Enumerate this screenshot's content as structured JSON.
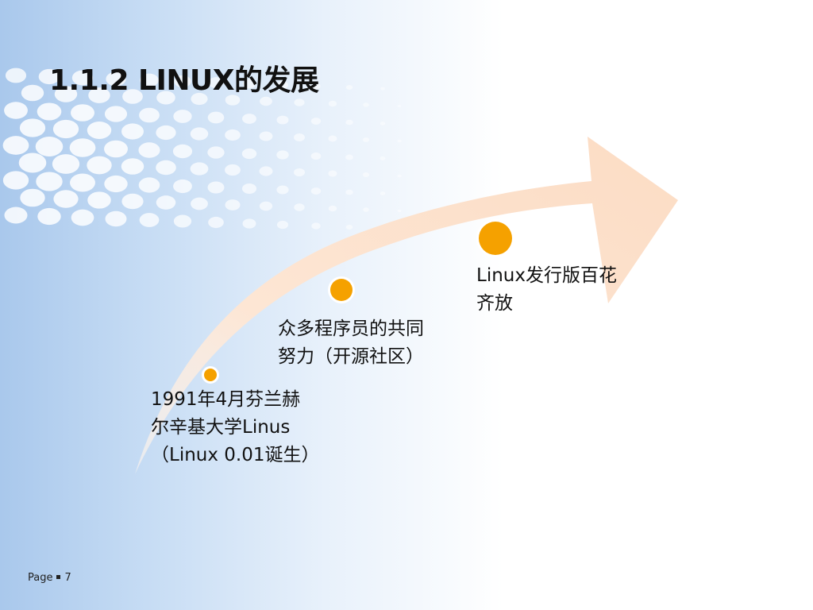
{
  "slide": {
    "title": "1.1.2 LINUX的发展",
    "page_label": "Page",
    "page_number": "7"
  },
  "timeline": {
    "milestones": [
      {
        "lines": [
          "1991年4月芬兰赫",
          "尔辛基大学Linus",
          "（Linux 0.01诞生）"
        ]
      },
      {
        "lines": [
          "众多程序员的共同",
          "努力（开源社区）"
        ]
      },
      {
        "lines": [
          "Linux发行版百花",
          "齐放"
        ]
      }
    ]
  },
  "colors": {
    "arrow_light": "#fde3cf",
    "arrow_fade": "#fff3ea",
    "dot_fill": "#f5a100",
    "dot_ring": "#ffffff",
    "bg_blue": "#a9c8ec",
    "bg_dot": "#ffffff"
  }
}
